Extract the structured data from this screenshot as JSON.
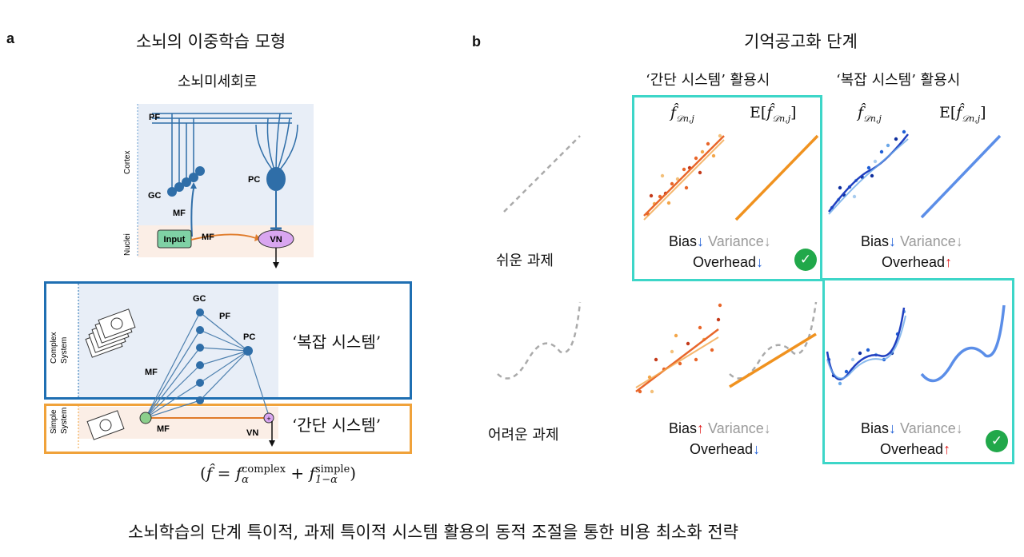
{
  "panel_a": {
    "letter": "a",
    "title": "소뇌의 이중학습 모형",
    "subtitle": "소뇌미세회로",
    "circuit": {
      "pf": "PF",
      "cortex": "Cortex",
      "nuclei": "Nuclei",
      "gc": "GC",
      "pc": "PC",
      "mf": "MF",
      "mf2": "MF",
      "input": "Input",
      "vn": "VN"
    },
    "complex_box": {
      "side_label_1": "Complex",
      "side_label_2": "System",
      "gc": "GC",
      "pf": "PF",
      "pc": "PC",
      "mf": "MF",
      "name": "‘복잡 시스템’",
      "color": "#1f6fb2"
    },
    "simple_box": {
      "side_label_1": "Simple",
      "side_label_2": "System",
      "mf": "MF",
      "vn": "VN",
      "name": "‘간단 시스템’",
      "color": "#f0a23a"
    },
    "formula": {
      "open": "(",
      "fhat": "f̂",
      "eq": " = ",
      "f1": "f",
      "sub1": "α",
      "sup1": "complex",
      "plus": " + ",
      "f2": "f",
      "sub2": "1−α",
      "sup2": "simple",
      "close": ")"
    }
  },
  "panel_b": {
    "letter": "b",
    "title": "기억공고화 단계",
    "col_simple": "‘간단 시스템’ 활용시",
    "col_complex": "‘복잡 시스템’ 활용시",
    "math_label_fit": {
      "main": "f̂",
      "sub": "𝒟n,j"
    },
    "math_label_exp": {
      "prefix": "E[",
      "main": "f̂",
      "sub": "𝒟n,j",
      "suffix": "]"
    },
    "row_easy": "쉬운 과제",
    "row_hard": "어려운 과제",
    "bias": "Bias",
    "variance": "Variance",
    "overhead": "Overhead",
    "arrow_down": "↓",
    "arrow_up": "↑",
    "check_glyph": "✓",
    "highlight_color": "#3dd6c8"
  },
  "caption": "소뇌학습의 단계 특이적, 과제 특이적 시스템 활용의 동적 조절을 통한 비용 최소화 전략"
}
